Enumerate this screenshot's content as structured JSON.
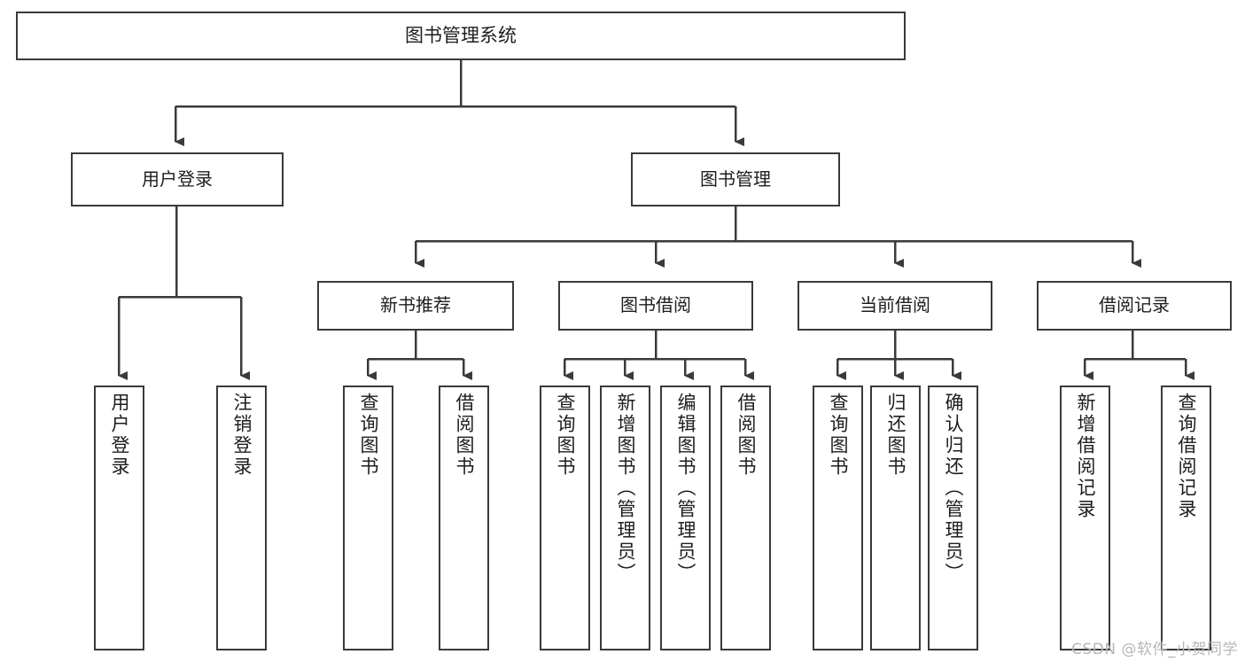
{
  "diagram": {
    "title": "图书管理系统",
    "type": "功能结构图",
    "orientation": "top-down tree",
    "colors": {
      "box_border": "#3a3a3a",
      "box_fill": "#ffffff",
      "connector": "#3a3a3a",
      "text": "#1d1d1d",
      "watermark": "#b6b6b6",
      "background": "#ffffff"
    }
  },
  "nodes": {
    "root": {
      "label": "图书管理系统"
    },
    "level1": [
      {
        "label": "用户登录"
      },
      {
        "label": "图书管理"
      }
    ],
    "level2": [
      {
        "label": "新书推荐"
      },
      {
        "label": "图书借阅"
      },
      {
        "label": "当前借阅"
      },
      {
        "label": "借阅记录"
      }
    ],
    "leaves": {
      "user_login": [
        {
          "label": "用户登录"
        },
        {
          "label": "注销登录"
        }
      ],
      "new_book_recommend": [
        {
          "label": "查询图书"
        },
        {
          "label": "借阅图书"
        }
      ],
      "book_borrow": [
        {
          "label": "查询图书"
        },
        {
          "label": "新增图书（管理员）"
        },
        {
          "label": "编辑图书（管理员）"
        },
        {
          "label": "借阅图书"
        }
      ],
      "current_borrow": [
        {
          "label": "查询图书"
        },
        {
          "label": "归还图书"
        },
        {
          "label": "确认归还（管理员）"
        }
      ],
      "borrow_record": [
        {
          "label": "新增借阅记录"
        },
        {
          "label": "查询借阅记录"
        }
      ]
    }
  },
  "watermark": {
    "text": "CSDN @软件_小贺同学"
  }
}
